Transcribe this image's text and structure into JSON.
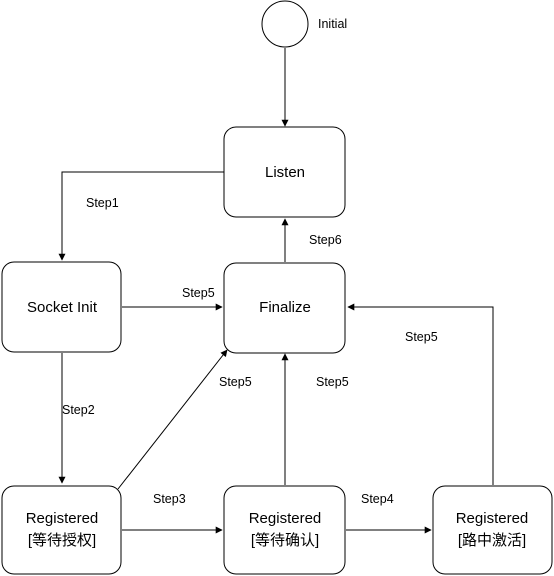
{
  "initial": {
    "label": "Initial"
  },
  "states": {
    "listen": {
      "label": "Listen"
    },
    "socket_init": {
      "label": "Socket Init"
    },
    "finalize": {
      "label": "Finalize"
    },
    "reg_auth": {
      "line1": "Registered",
      "line2": "[等待授权]"
    },
    "reg_confirm": {
      "line1": "Registered",
      "line2": "[等待确认]"
    },
    "reg_active": {
      "line1": "Registered",
      "line2": "[路中激活]"
    }
  },
  "transitions": {
    "listen_to_socket": "Step1",
    "socket_to_reg_auth": "Step2",
    "reg_auth_to_reg_confirm": "Step3",
    "reg_confirm_to_reg_active": "Step4",
    "socket_to_finalize": "Step5",
    "reg_auth_to_finalize": "Step5",
    "reg_confirm_to_finalize": "Step5",
    "reg_active_to_finalize": "Step5",
    "finalize_to_listen": "Step6"
  }
}
